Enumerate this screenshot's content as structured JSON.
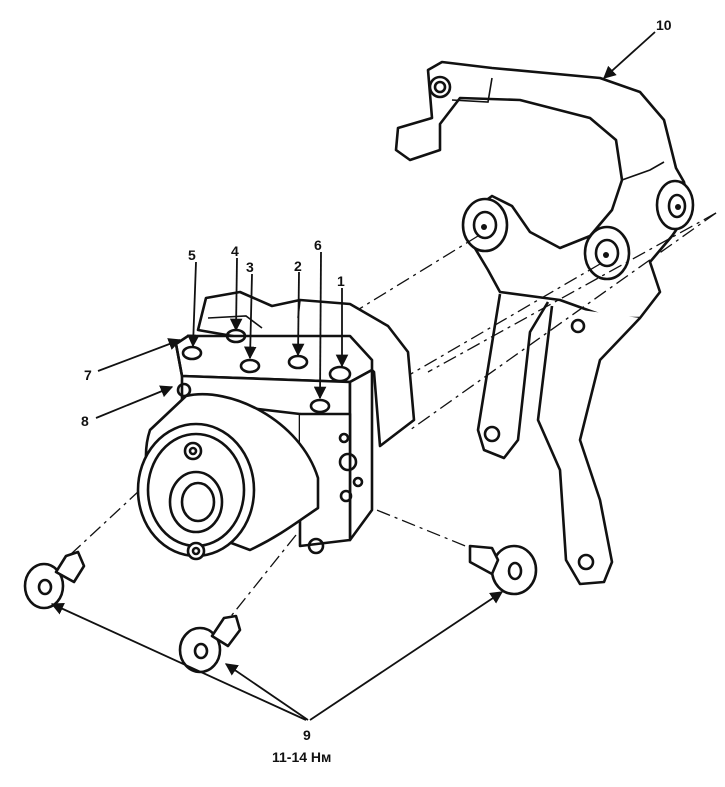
{
  "callouts": {
    "c1": "1",
    "c2": "2",
    "c3": "3",
    "c4": "4",
    "c5": "5",
    "c6": "6",
    "c7": "7",
    "c8": "8",
    "c9": "9",
    "c10": "10"
  },
  "torque_spec": "11-14 Нм",
  "colors": {
    "ink": "#111111",
    "paper": "#ffffff"
  }
}
